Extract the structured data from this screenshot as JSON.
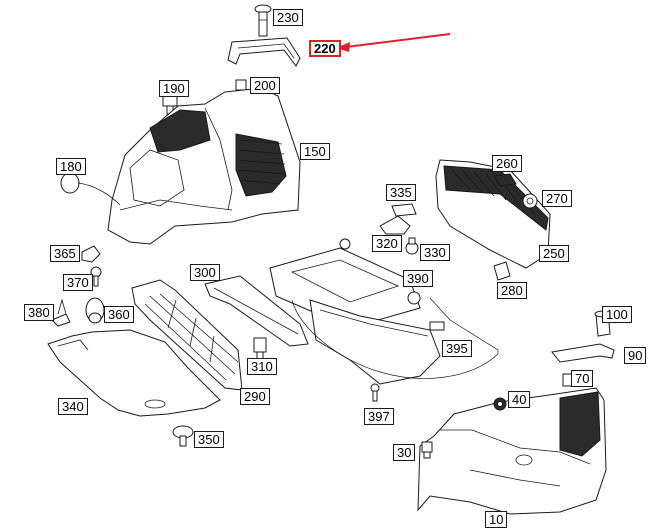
{
  "diagram": {
    "highlight_color": "#d9232d",
    "highlighted_part": "220",
    "callouts": {
      "c230": "230",
      "c220": "220",
      "c200": "200",
      "c190": "190",
      "c150": "150",
      "c180": "180",
      "c260": "260",
      "c270": "270",
      "c335": "335",
      "c320": "320",
      "c330": "330",
      "c250": "250",
      "c365": "365",
      "c370": "370",
      "c300": "300",
      "c390": "390",
      "c280": "280",
      "c380": "380",
      "c360": "360",
      "c100": "100",
      "c395": "395",
      "c90": "90",
      "c310": "310",
      "c70": "70",
      "c340": "340",
      "c290": "290",
      "c40": "40",
      "c397": "397",
      "c350": "350",
      "c30": "30",
      "c10": "10"
    }
  }
}
